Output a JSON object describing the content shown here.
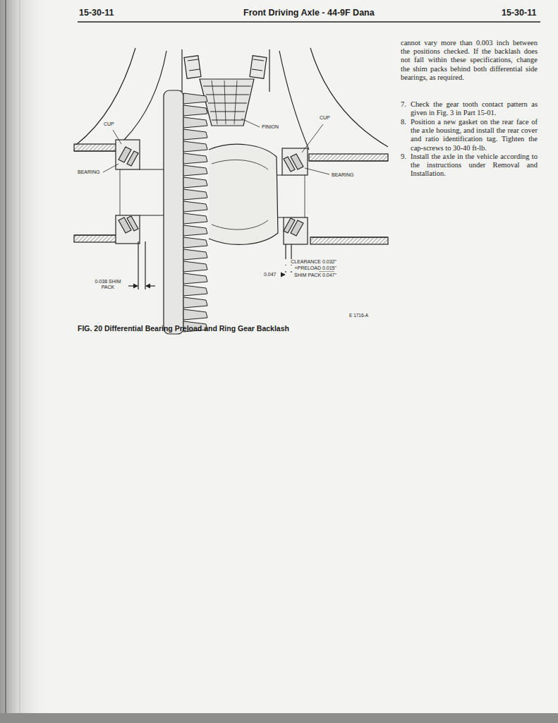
{
  "diagram": {
    "title": "Front Driving Axle - 44-9F Dana",
    "caption": "FIG. 20 Differential Bearing Preload and Ring Gear Backlash",
    "labels": [
      "15-30-11",
      "15-30-11",
      "cannot vary more than 0.003 inch between the positions checked. If the backlash does not fall within these specifications, change the shim packs behind both differential side bearings, as required.",
      "7.",
      "Check the gear tooth contact pattern as given in Fig. 3 in Part 15-01.",
      "8.",
      "Position a new gasket on the rear face of the axle housing, and install the rear cover and ratio identification tag. Tighten the cap-screws to 30-40 ft-lb.",
      "9.",
      "Install the axle in the vehicle according to the instructions under Removal and Installation.",
      "CUP",
      "PINION",
      "CUP",
      "BEARING",
      "BEARING",
      "CLEARANCE 0.032\"",
      "+PRELOAD 0.015\"",
      "SHIM PACK 0.047\"",
      "0.047",
      "0.038 SHIM PACK",
      "E 1716-A"
    ]
  }
}
